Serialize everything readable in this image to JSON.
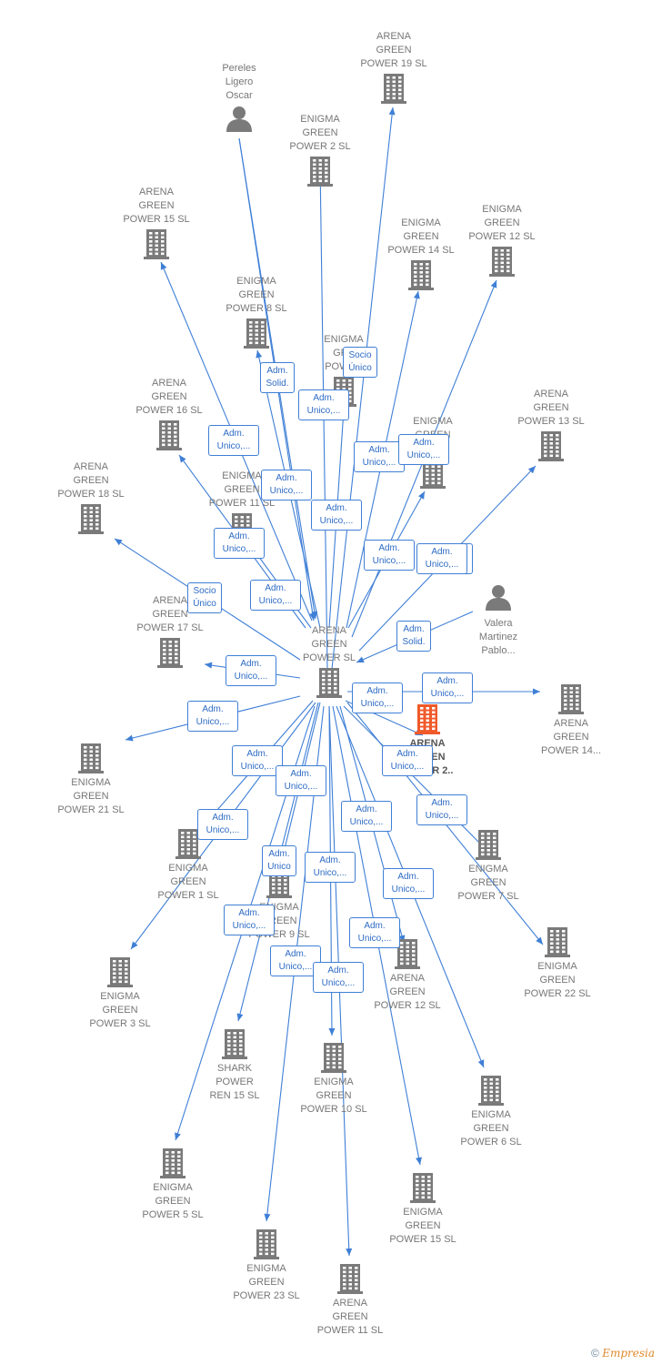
{
  "colors": {
    "edge": "#3f7fd6",
    "node": "#7a7a7a",
    "root": "#f05a2a",
    "tag_border": "#3f7fd6"
  },
  "root": {
    "id": "root",
    "label": "ARENA\nGREEN\nPOWER 2..",
    "icon": "building-icon"
  },
  "center": {
    "id": "c",
    "label": "ARENA\nGREEN\nPOWER  SL",
    "icon": "building-icon"
  },
  "nodes": [
    {
      "id": "p1",
      "label": "Pereles\nLigero\nOscar",
      "icon": "person-icon"
    },
    {
      "id": "p2",
      "label": "Valera\nMartinez\nPablo...",
      "icon": "person-icon"
    },
    {
      "id": "a19",
      "label": "ARENA\nGREEN\nPOWER 19  SL",
      "icon": "building-icon"
    },
    {
      "id": "e2",
      "label": "ENIGMA\nGREEN\nPOWER 2  SL",
      "icon": "building-icon"
    },
    {
      "id": "a15",
      "label": "ARENA\nGREEN\nPOWER 15  SL",
      "icon": "building-icon"
    },
    {
      "id": "e12",
      "label": "ENIGMA\nGREEN\nPOWER 12  SL",
      "icon": "building-icon"
    },
    {
      "id": "a14",
      "label": "ENIGMA\nGREEN\nPOWER 14  SL",
      "icon": "building-icon"
    },
    {
      "id": "e8",
      "label": "ENIGMA\nGREEN\nPOWER 8  SL",
      "icon": "building-icon"
    },
    {
      "id": "eg",
      "label": "ENIGMA\nGRE\nPOWER",
      "icon": "building-icon"
    },
    {
      "id": "a16",
      "label": "ARENA\nGREEN\nPOWER 16  SL",
      "icon": "building-icon"
    },
    {
      "id": "a13",
      "label": "ARENA\nGREEN\nPOWER 13  SL",
      "icon": "building-icon"
    },
    {
      "id": "eng",
      "label": "ENIGMA\nGREEN\nSL",
      "icon": "building-icon"
    },
    {
      "id": "a18",
      "label": "ARENA\nGREEN\nPOWER 18  SL",
      "icon": "building-icon"
    },
    {
      "id": "e11",
      "label": "ENIGMA\nGREEN\nPOWER 11  SL",
      "icon": "building-icon"
    },
    {
      "id": "a17",
      "label": "ARENA\nGREEN\nPOWER 17  SL",
      "icon": "building-icon"
    },
    {
      "id": "a14b",
      "label": "ARENA\nGREEN\nPOWER 14...",
      "icon": "building-icon"
    },
    {
      "id": "e21",
      "label": "ENIGMA\nGREEN\nPOWER 21  SL",
      "icon": "building-icon"
    },
    {
      "id": "e1",
      "label": "ENIGMA\nGREEN\nPOWER 1  SL",
      "icon": "building-icon"
    },
    {
      "id": "e9",
      "label": "ENIGMA\nGREEN\nPOWER 9  SL",
      "icon": "building-icon"
    },
    {
      "id": "e7",
      "label": "ENIGMA\nGREEN\nPOWER 7  SL",
      "icon": "building-icon"
    },
    {
      "id": "e22",
      "label": "ENIGMA\nGREEN\nPOWER 22  SL",
      "icon": "building-icon"
    },
    {
      "id": "e3",
      "label": "ENIGMA\nGREEN\nPOWER 3  SL",
      "icon": "building-icon"
    },
    {
      "id": "a12",
      "label": "ARENA\nGREEN\nPOWER 12  SL",
      "icon": "building-icon"
    },
    {
      "id": "s15",
      "label": "SHARK\nPOWER\nREN 15  SL",
      "icon": "building-icon"
    },
    {
      "id": "e10",
      "label": "ENIGMA\nGREEN\nPOWER 10  SL",
      "icon": "building-icon"
    },
    {
      "id": "e6",
      "label": "ENIGMA\nGREEN\nPOWER 6  SL",
      "icon": "building-icon"
    },
    {
      "id": "e5",
      "label": "ENIGMA\nGREEN\nPOWER 5  SL",
      "icon": "building-icon"
    },
    {
      "id": "e15",
      "label": "ENIGMA\nGREEN\nPOWER 15  SL",
      "icon": "building-icon"
    },
    {
      "id": "e23",
      "label": "ENIGMA\nGREEN\nPOWER 23  SL",
      "icon": "building-icon"
    },
    {
      "id": "a11",
      "label": "ARENA\nGREEN\nPOWER 11  SL",
      "icon": "building-icon"
    }
  ],
  "edges": [
    {
      "from": "p1",
      "to": "c",
      "tag": "Adm.\nSolid."
    },
    {
      "from": "p1",
      "to": "c",
      "tag": "Adm.\nUnico,..."
    },
    {
      "from": "p2",
      "to": "c",
      "tag": "Adm.\nSolid."
    },
    {
      "from": "c",
      "to": "a19",
      "tag": "Adm.\nUnico,..."
    },
    {
      "from": "c",
      "to": "e2",
      "tag": "Adm.\nUnico,..."
    },
    {
      "from": "c",
      "to": "a15",
      "tag": "Adm.\nUnico,..."
    },
    {
      "from": "c",
      "to": "e12",
      "tag": "Adm.\nUnico,..."
    },
    {
      "from": "c",
      "to": "a14",
      "tag": "Adm.\nUnico,..."
    },
    {
      "from": "c",
      "to": "e8",
      "tag": "Adm.\nUnico,..."
    },
    {
      "from": "c",
      "to": "eg",
      "tag": "Socio\nÚnico"
    },
    {
      "from": "c",
      "to": "a16",
      "tag": "Adm.\nUnico,..."
    },
    {
      "from": "c",
      "to": "a13",
      "tag": "Adm.\nUnico,..."
    },
    {
      "from": "c",
      "to": "eng",
      "tag": "Adm.\nUnico,..."
    },
    {
      "from": "c",
      "to": "a18",
      "tag": "Socio\nÚnico"
    },
    {
      "from": "c",
      "to": "e11",
      "tag": "Adm.\nUnico,..."
    },
    {
      "from": "c",
      "to": "a17",
      "tag": "Adm.\nUnico,..."
    },
    {
      "from": "c",
      "to": "a14b",
      "tag": "Adm.\nUnico,..."
    },
    {
      "from": "c",
      "to": "root",
      "tag": "Adm.\nUnico,..."
    },
    {
      "from": "c",
      "to": "e21",
      "tag": "Adm.\nUnico,..."
    },
    {
      "from": "c",
      "to": "e1",
      "tag": "Adm.\nUnico,..."
    },
    {
      "from": "c",
      "to": "e9",
      "tag": "Adm.\nUnico"
    },
    {
      "from": "c",
      "to": "e7",
      "tag": "Adm.\nUnico,..."
    },
    {
      "from": "c",
      "to": "e22",
      "tag": "Adm.\nUnico,..."
    },
    {
      "from": "c",
      "to": "e3",
      "tag": "Adm.\nUnico,..."
    },
    {
      "from": "c",
      "to": "a12",
      "tag": "Adm.\nUnico,..."
    },
    {
      "from": "c",
      "to": "s15",
      "tag": "Adm.\nUnico,..."
    },
    {
      "from": "c",
      "to": "e10",
      "tag": "Adm.\nUnico,..."
    },
    {
      "from": "c",
      "to": "e6",
      "tag": "Adm.\nUnico,..."
    },
    {
      "from": "c",
      "to": "e5",
      "tag": "Adm.\nUnico,..."
    },
    {
      "from": "c",
      "to": "e15",
      "tag": "Adm.\nUnico,..."
    },
    {
      "from": "c",
      "to": "e23",
      "tag": "Adm.\nUnico,..."
    },
    {
      "from": "c",
      "to": "a11",
      "tag": "Adm.\nUnico,..."
    }
  ],
  "copyright": {
    "symbol": "©",
    "brand": "Empresia"
  }
}
